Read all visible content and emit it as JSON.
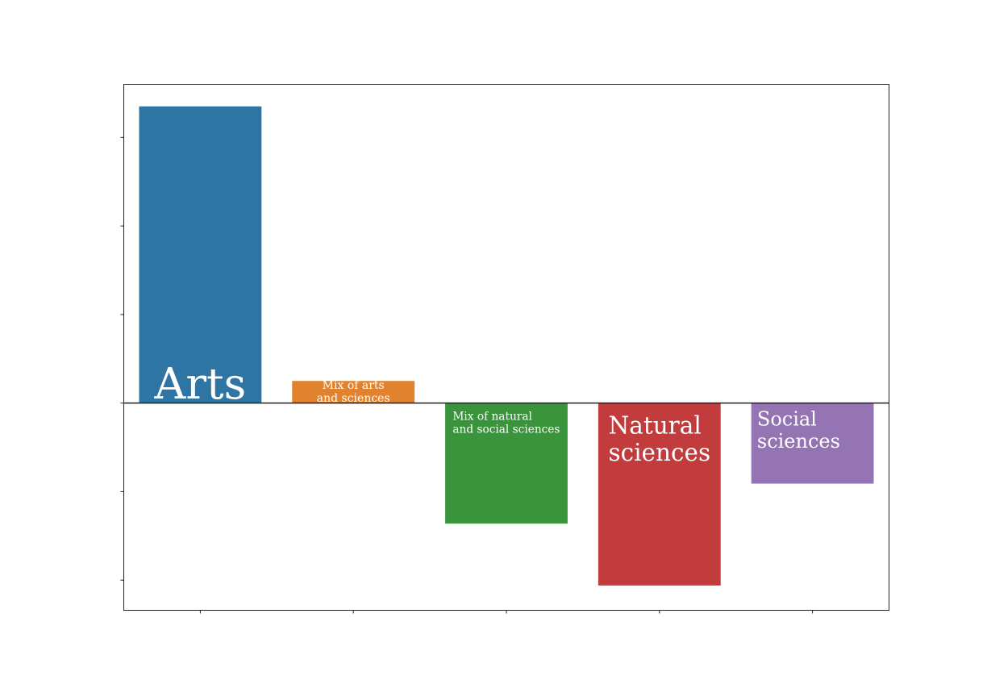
{
  "chart_data": {
    "type": "bar",
    "categories": [
      "Arts",
      "Mix of arts and sciences",
      "Mix of natural and social sciences",
      "Natural sciences",
      "Social sciences"
    ],
    "values": [
      3.35,
      0.25,
      -1.36,
      -2.06,
      -0.91
    ],
    "bar_labels": [
      [
        "Arts"
      ],
      [
        "Mix of arts",
        "and sciences"
      ],
      [
        "Mix of natural",
        "and social sciences"
      ],
      [
        "Natural",
        "sciences"
      ],
      [
        "Social",
        "sciences"
      ]
    ],
    "colors": [
      "#2e75a4",
      "#e0822e",
      "#3a943c",
      "#c23c3e",
      "#9474b3"
    ],
    "title": "",
    "xlabel": "",
    "ylabel": "",
    "ylim": [
      -2.34,
      3.6
    ],
    "yticks": [
      -2,
      -1,
      0,
      1,
      2,
      3
    ],
    "grid": false,
    "zero_line": true
  }
}
